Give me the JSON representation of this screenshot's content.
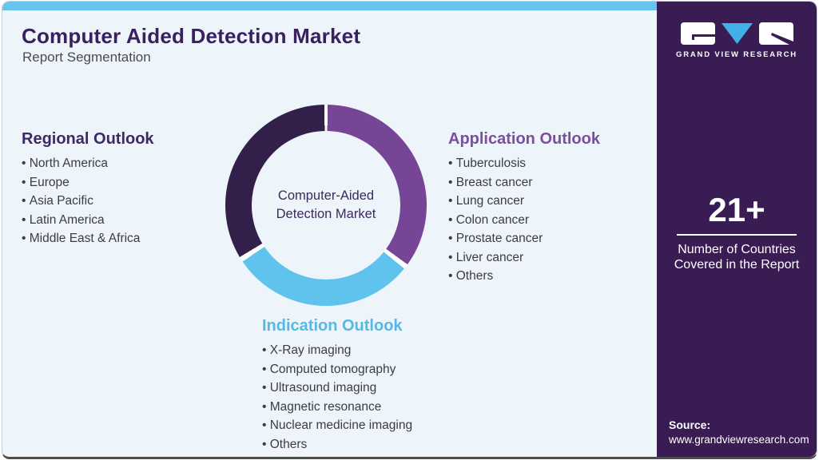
{
  "page": {
    "title": "Computer Aided Detection Market",
    "subtitle": "Report Segmentation"
  },
  "sections": {
    "regional": {
      "heading": "Regional Outlook",
      "items": [
        "North America",
        "Europe",
        "Asia Pacific",
        "Latin America",
        "Middle East & Africa"
      ]
    },
    "application": {
      "heading": "Application Outlook",
      "items": [
        "Tuberculosis",
        "Breast cancer",
        "Lung cancer",
        "Colon cancer",
        "Prostate cancer",
        "Liver cancer",
        "Others"
      ]
    },
    "indication": {
      "heading": "Indication Outlook",
      "items": [
        "X-Ray imaging",
        "Computed tomography",
        "Ultrasound imaging",
        "Magnetic resonance",
        "Nuclear medicine imaging",
        "Others"
      ]
    }
  },
  "chart_data": {
    "type": "pie",
    "subtype": "donut",
    "center_label": "Computer-Aided Detection Market",
    "gap_color": "#fdfdfd",
    "segments": [
      {
        "name": "Application Outlook",
        "color": "#764596",
        "start_deg": 1,
        "end_deg": 126,
        "approx_share_pct": 35
      },
      {
        "name": "Indication Outlook",
        "color": "#5fc3ed",
        "start_deg": 129,
        "end_deg": 236,
        "approx_share_pct": 30
      },
      {
        "name": "Regional Outlook",
        "color": "#321f4a",
        "start_deg": 239,
        "end_deg": 359,
        "approx_share_pct": 35
      }
    ],
    "legend_position": "around-chart",
    "grid": false
  },
  "sidebar": {
    "logo_text": "GRAND VIEW RESEARCH",
    "stat_value": "21+",
    "stat_label": "Number of Countries Covered in the Report",
    "source_label": "Source:",
    "source_url": "www.grandviewresearch.com"
  },
  "colors": {
    "card_background": "#edf4fa",
    "top_bar": "#68c3ee",
    "title": "#392060",
    "regional_heading": "#3d2a61",
    "application_heading": "#7b4e9e",
    "indication_heading": "#55b9e5",
    "sidebar_background": "#391c53",
    "logo_triangle_blue": "#42b0e6",
    "body_text": "#3e3b46"
  }
}
